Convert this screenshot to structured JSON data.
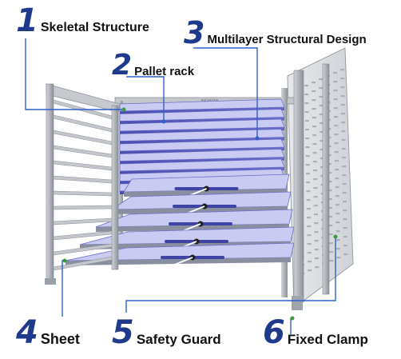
{
  "image": {
    "subject": "multilayer sheet storage rack with pull-out drawers"
  },
  "colors": {
    "number": "#1f3a8a",
    "label": "#111111",
    "leader_line": "#2f5fcf",
    "marker": "#3b9b3b",
    "frame": "#b9bdc3",
    "frame_dark": "#7f848b",
    "tray": "#5a5fbf",
    "tray_light": "#c9cbf2"
  },
  "frame_brand": "NEXSON",
  "callouts": [
    {
      "id": "skeletal-structure",
      "number": "1",
      "label": "Skeletal Structure"
    },
    {
      "id": "pallet-rack",
      "number": "2",
      "label": "Pallet rack"
    },
    {
      "id": "multilayer-structural-design",
      "number": "3",
      "label": "Multilayer Structural Design"
    },
    {
      "id": "sheet",
      "number": "4",
      "label": "Sheet"
    },
    {
      "id": "safety-guard",
      "number": "5",
      "label": "Safety Guard"
    },
    {
      "id": "fixed-clamp",
      "number": "6",
      "label": "Fixed Clamp"
    }
  ]
}
